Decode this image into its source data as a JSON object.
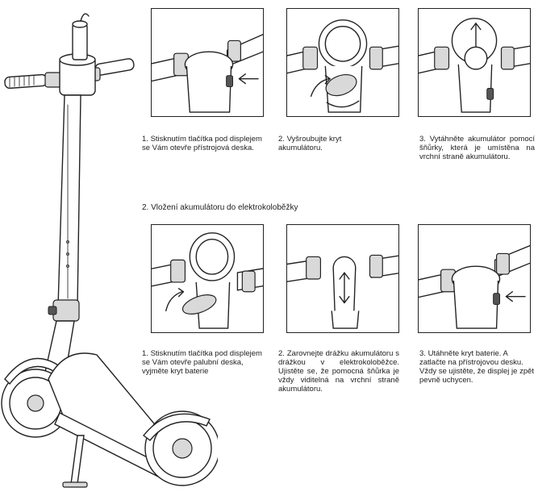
{
  "section_removal": {
    "steps": [
      {
        "number": "1.",
        "text": "Stisknutím tlačítka pod displejem se Vám otevře přístrojová deska."
      },
      {
        "number": "2.",
        "text": "Vyšroubujte kryt akumulátoru."
      },
      {
        "number": "3.",
        "text": "Vytáhněte akumulátor pomocí šňůrky, která je umístěna na vrchní straně akumulátoru."
      }
    ]
  },
  "section_insertion": {
    "heading": "2. Vložení akumulátoru do elektrokoloběžky",
    "steps": [
      {
        "number": "1.",
        "text": "Stisknutím tlačítka pod displejem se Vám otevře palubní deska, vyjměte kryt baterie"
      },
      {
        "number": "2.",
        "text": "Zarovnejte drážku akumulátoru s drážkou v elektrokoloběžce. Ujistěte se, že pomocná šňůrka je vždy viditelná na vrchní straně akumulátoru."
      },
      {
        "number": "3.",
        "text": "Utáhněte kryt baterie. A zatlačte na přístrojovou desku. Vždy se ujistěte, že displej je zpět pevně uchycen."
      }
    ]
  }
}
